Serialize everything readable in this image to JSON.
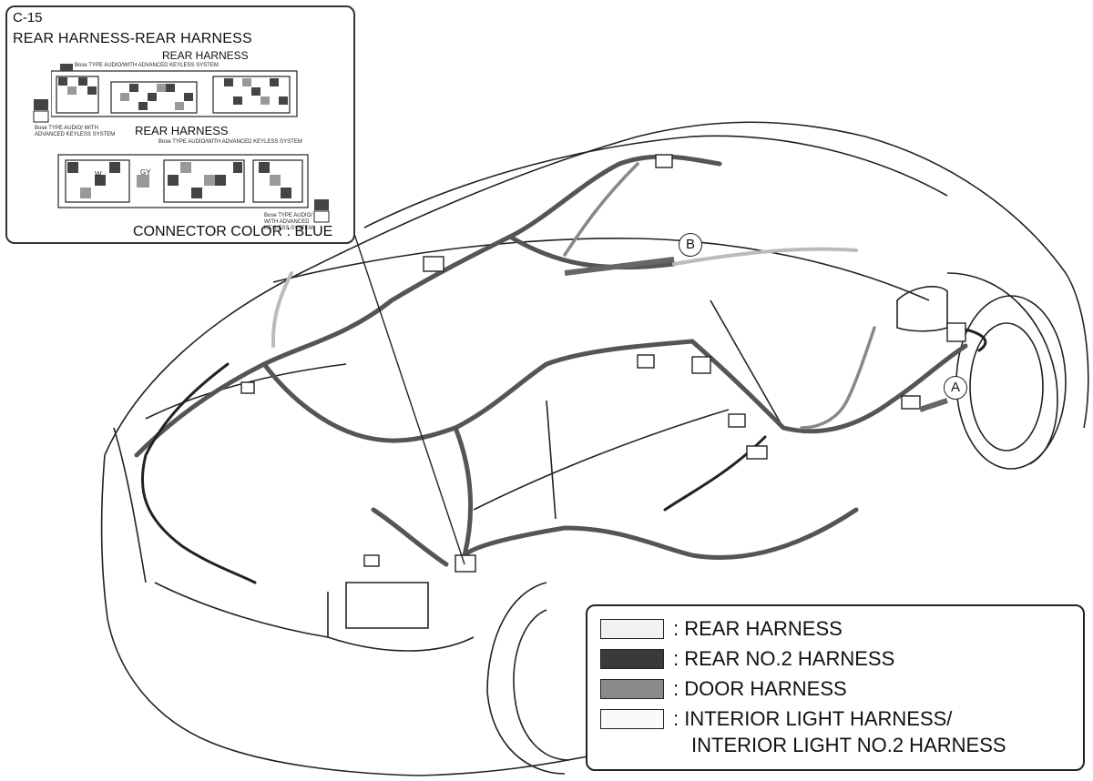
{
  "connector": {
    "code": "C-15",
    "title": "REAR HARNESS-REAR HARNESS",
    "upper_label": "REAR HARNESS",
    "lower_label": "REAR HARNESS",
    "note_a": "Bose TYPE AUDIO/WITH ADVANCED KEYLESS SYSTEM",
    "note_b": "Bose TYPE AUDIO/ WITH ADVANCED KEYLESS SYSTEM",
    "color_text": "CONNECTOR COLOR : BLUE",
    "pin_w": "W",
    "pin_gy": "GY"
  },
  "callouts": {
    "a": "A",
    "b": "B"
  },
  "legend": {
    "items": [
      {
        "label": ": REAR HARNESS",
        "color": "#f2f2f2"
      },
      {
        "label": ": REAR NO.2 HARNESS",
        "color": "#3a3a3a"
      },
      {
        "label": ": DOOR HARNESS",
        "color": "#8a8a8a"
      },
      {
        "label": ": INTERIOR LIGHT HARNESS/",
        "color": "#fafafa"
      }
    ],
    "continuation": "INTERIOR LIGHT NO.2 HARNESS"
  }
}
